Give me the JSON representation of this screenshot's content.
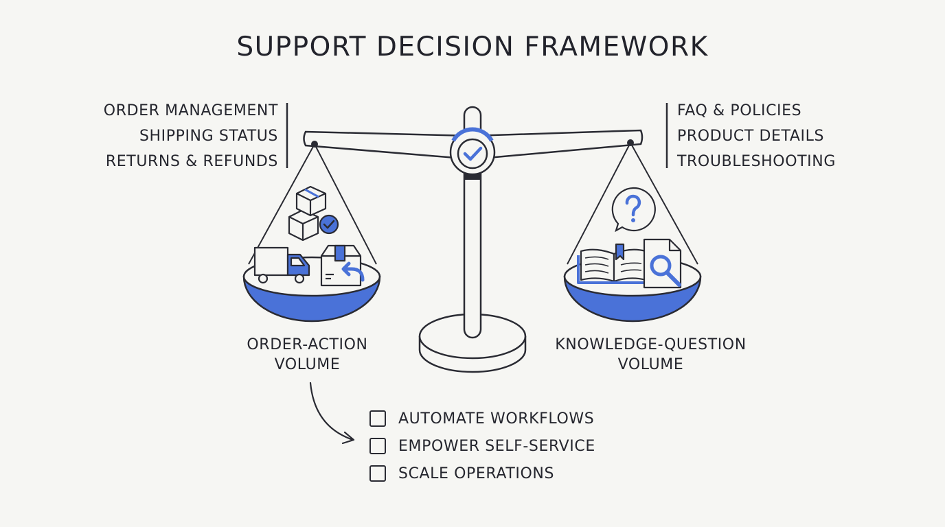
{
  "title": "SUPPORT DECISION FRAMEWORK",
  "left_topics": [
    "ORDER MANAGEMENT",
    "SHIPPING STATUS",
    "RETURNS & REFUNDS"
  ],
  "right_topics": [
    "FAQ & POLICIES",
    "PRODUCT DETAILS",
    "TROUBLESHOOTING"
  ],
  "left_caption": [
    "ORDER-ACTION",
    "VOLUME"
  ],
  "right_caption": [
    "KNOWLEDGE-QUESTION",
    "VOLUME"
  ],
  "actions": [
    "AUTOMATE WORKFLOWS",
    "EMPOWER SELF-SERVICE",
    "SCALE OPERATIONS"
  ],
  "colors": {
    "accent": "#4a72d8",
    "ink": "#2a2b33",
    "background": "#f6f6f3"
  },
  "icons": {
    "left_pan": [
      "boxes-icon",
      "check-badge-icon",
      "truck-icon",
      "return-box-icon"
    ],
    "right_pan": [
      "question-bubble-icon",
      "book-icon",
      "document-search-icon"
    ],
    "pivot": "checkmark-icon"
  }
}
